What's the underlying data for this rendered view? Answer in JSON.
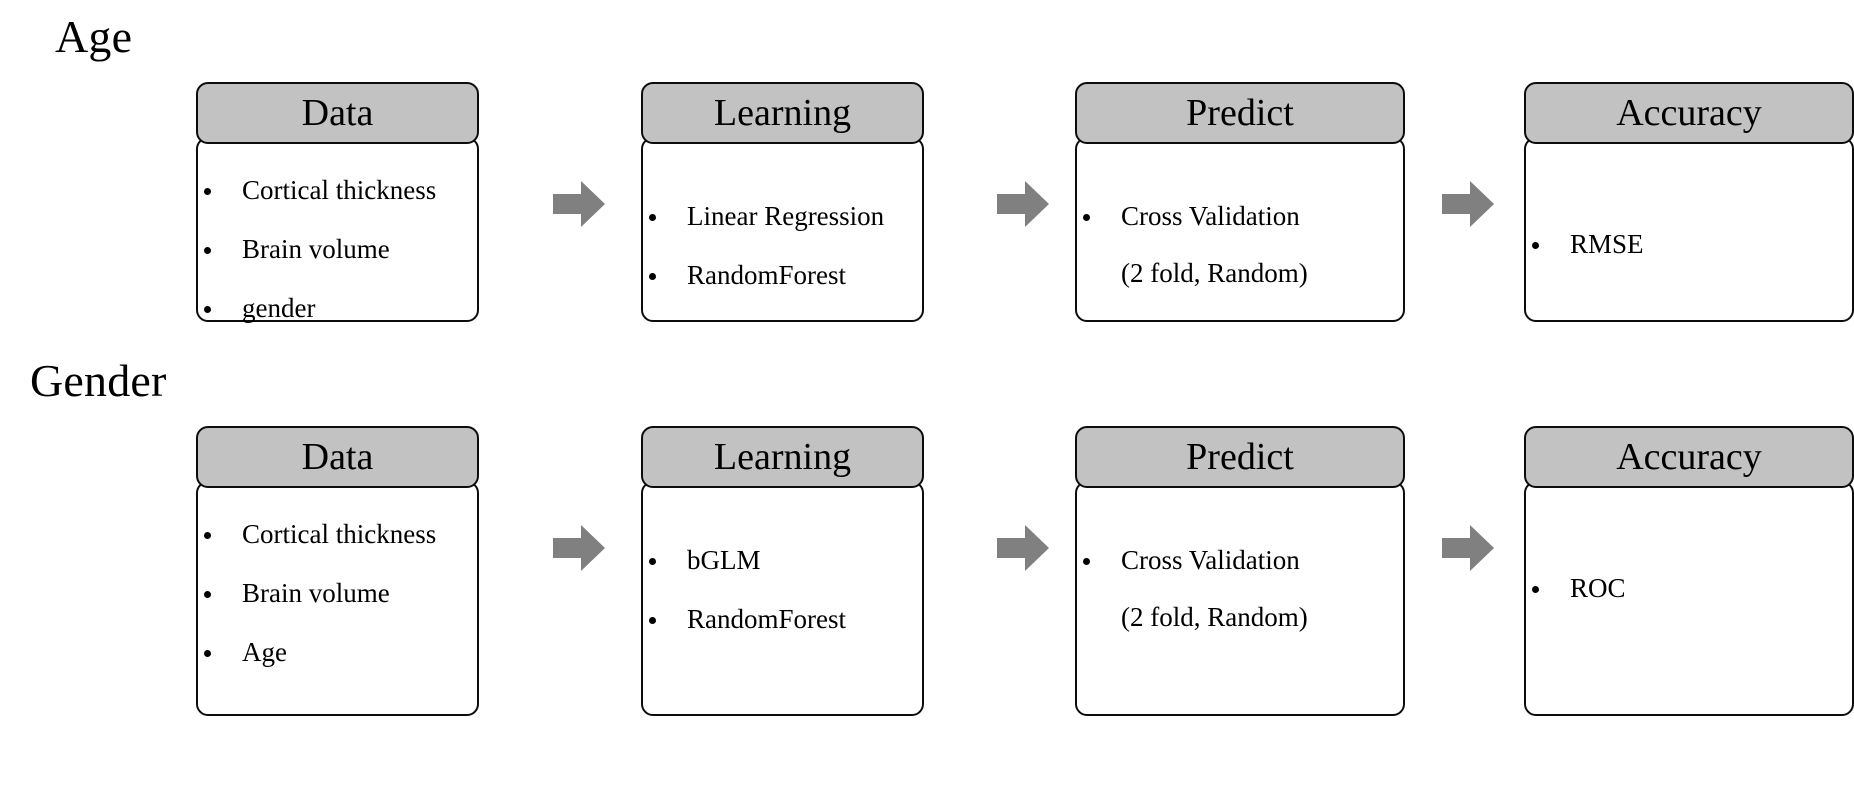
{
  "diagram": {
    "background_color": "#ffffff",
    "header_fill": "#c2c2c2",
    "arrow_color": "#808080",
    "border_color": "#0c0c0c",
    "arrow_icon_name": "right-arrow-icon"
  },
  "rows": [
    {
      "label": "Age",
      "stages": [
        {
          "title": "Data",
          "items": [
            "Cortical thickness",
            "Brain volume",
            "gender"
          ]
        },
        {
          "title": "Learning",
          "items": [
            "Linear Regression",
            "RandomForest"
          ]
        },
        {
          "title": "Predict",
          "items": [
            "Cross Validation"
          ],
          "sub_lines": [
            "(2 fold,  Random)"
          ]
        },
        {
          "title": "Accuracy",
          "items": [
            "RMSE"
          ]
        }
      ]
    },
    {
      "label": "Gender",
      "stages": [
        {
          "title": "Data",
          "items": [
            "Cortical thickness",
            "Brain volume",
            "Age"
          ]
        },
        {
          "title": "Learning",
          "items": [
            "bGLM",
            "RandomForest"
          ]
        },
        {
          "title": "Predict",
          "items": [
            "Cross Validation"
          ],
          "sub_lines": [
            "(2 fold,  Random)"
          ]
        },
        {
          "title": "Accuracy",
          "items": [
            "ROC"
          ]
        }
      ]
    }
  ]
}
